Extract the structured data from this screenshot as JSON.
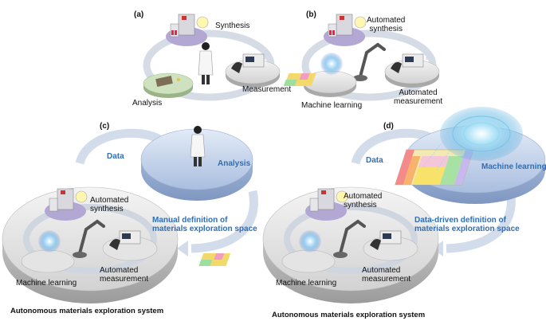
{
  "panels": {
    "a": {
      "label": "(a)",
      "synthesis": "Synthesis",
      "measurement": "Measurement",
      "analysis": "Analysis"
    },
    "b": {
      "label": "(b)",
      "automated_synthesis": "Automated\nsynthesis",
      "machine_learning": "Machine learning",
      "automated_measurement": "Automated\nmeasurement"
    },
    "c": {
      "label": "(c)",
      "data": "Data",
      "analysis": "Analysis",
      "definition": "Manual definition of\nmaterials exploration space",
      "automated_synthesis": "Automated\nsynthesis",
      "machine_learning": "Machine learning",
      "automated_measurement": "Automated\nmeasurement",
      "system_title": "Autonomous materials exploration system"
    },
    "d": {
      "label": "(d)",
      "data": "Data",
      "machine_learning": "Machine learning",
      "definition": "Data-driven definition of\nmaterials exploration space",
      "automated_synthesis": "Automated\nsynthesis",
      "machine_learning_small": "Machine learning",
      "automated_measurement": "Automated\nmeasurement",
      "system_title": "Autonomous materials exploration system"
    }
  },
  "colors": {
    "accent_text": "#2e6fb8",
    "platform_blue": "#b9cbe6",
    "platform_grey": "#dedede",
    "arrow": "#c9d3e3"
  },
  "icons": [
    "reactor-icon",
    "robot-arm-icon",
    "spectrometer-icon",
    "periodic-table-icon",
    "brain-network-icon",
    "scientist-icon",
    "sample-tray-icon"
  ]
}
